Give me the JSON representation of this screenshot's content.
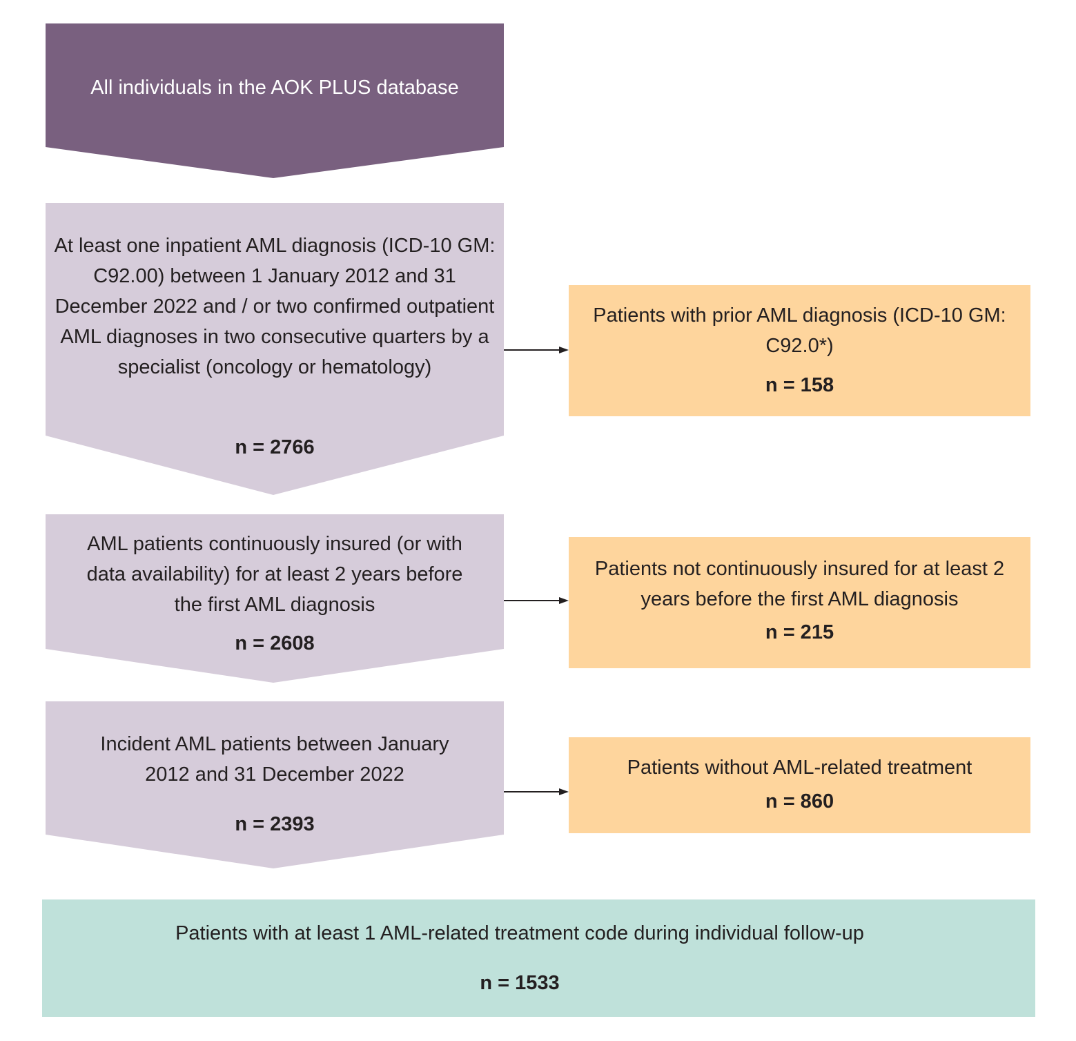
{
  "colors": {
    "start": "#79607f",
    "step": "#d6ccda",
    "exclusion": "#fed59d",
    "final": "#bfe1da",
    "line": "#231f20"
  },
  "steps": [
    {
      "text": "All individuals in the AOK PLUS database"
    },
    {
      "text": "At least one inpatient AML diagnosis (ICD-10 GM: C92.00) between 1 January 2012 and 31 December 2022 and / or two confirmed outpatient AML diagnoses in two consecutive quarters by a specialist (oncology or hematology)",
      "n": "n = 2766"
    },
    {
      "text": "AML patients continuously insured (or with data availability) for at least 2 years before the first AML diagnosis",
      "n": "n = 2608"
    },
    {
      "text": "Incident AML patients between January 2012 and 31 December 2022",
      "n": "n = 2393"
    }
  ],
  "exclusions": [
    {
      "text": "Patients with prior AML diagnosis (ICD-10 GM: C92.0*)",
      "n": "n = 158"
    },
    {
      "text": "Patients not continuously insured for at least 2 years before the first AML diagnosis",
      "n": "n = 215"
    },
    {
      "text": "Patients without AML-related treatment",
      "n": "n = 860"
    }
  ],
  "final": {
    "text": "Patients with at least 1 AML-related treatment code during individual follow-up",
    "n": "n = 1533"
  }
}
